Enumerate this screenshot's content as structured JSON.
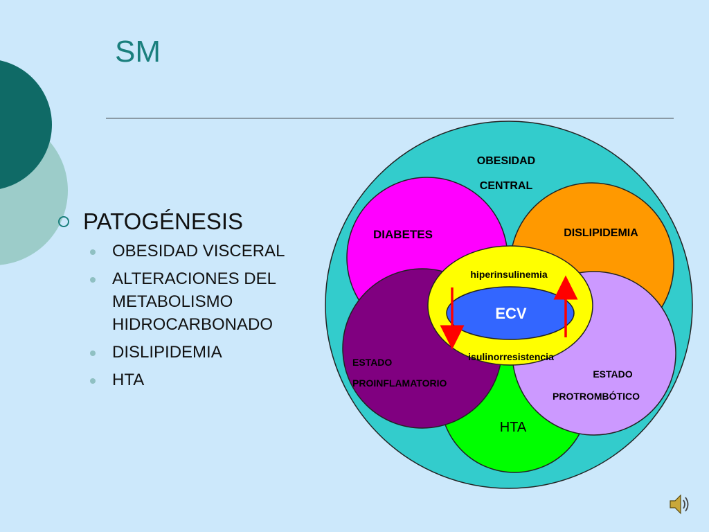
{
  "slide": {
    "title": "SM",
    "bullet": "PATOGÉNESIS",
    "sub_bullets": [
      "OBESIDAD VISCERAL",
      "ALTERACIONES DEL METABOLISMO HIDROCARBONADO",
      "DISLIPIDEMIA",
      "HTA"
    ]
  },
  "diagram": {
    "outer_label_line1": "OBESIDAD",
    "outer_label_line2": "CENTRAL",
    "diabetes": "DIABETES",
    "dislipidemia": "DISLIPIDEMIA",
    "proinflamatorio_line1": "ESTADO",
    "proinflamatorio_line2": "PROINFLAMATORIO",
    "protrombotico_line1": "ESTADO",
    "protrombotico_line2": "PROTROMBÓTICO",
    "hta": "HTA",
    "top_inner": "hiperinsulinemia",
    "bottom_inner": "isulinorresistencia",
    "center": "ECV"
  },
  "colors": {
    "background": "#cce8fb",
    "title": "#1a7f7d",
    "outer_circle": "#33cccc",
    "diabetes": "#ff00ff",
    "dislipidemia": "#ff9900",
    "proinflamatorio": "#800080",
    "protrombotico": "#cc99ff",
    "hta": "#00ff00",
    "inner_yellow": "#ffff00",
    "ecv": "#3366ff",
    "arrows": "#ff0000"
  },
  "icons": [
    "decorative-circles",
    "speaker-icon"
  ]
}
